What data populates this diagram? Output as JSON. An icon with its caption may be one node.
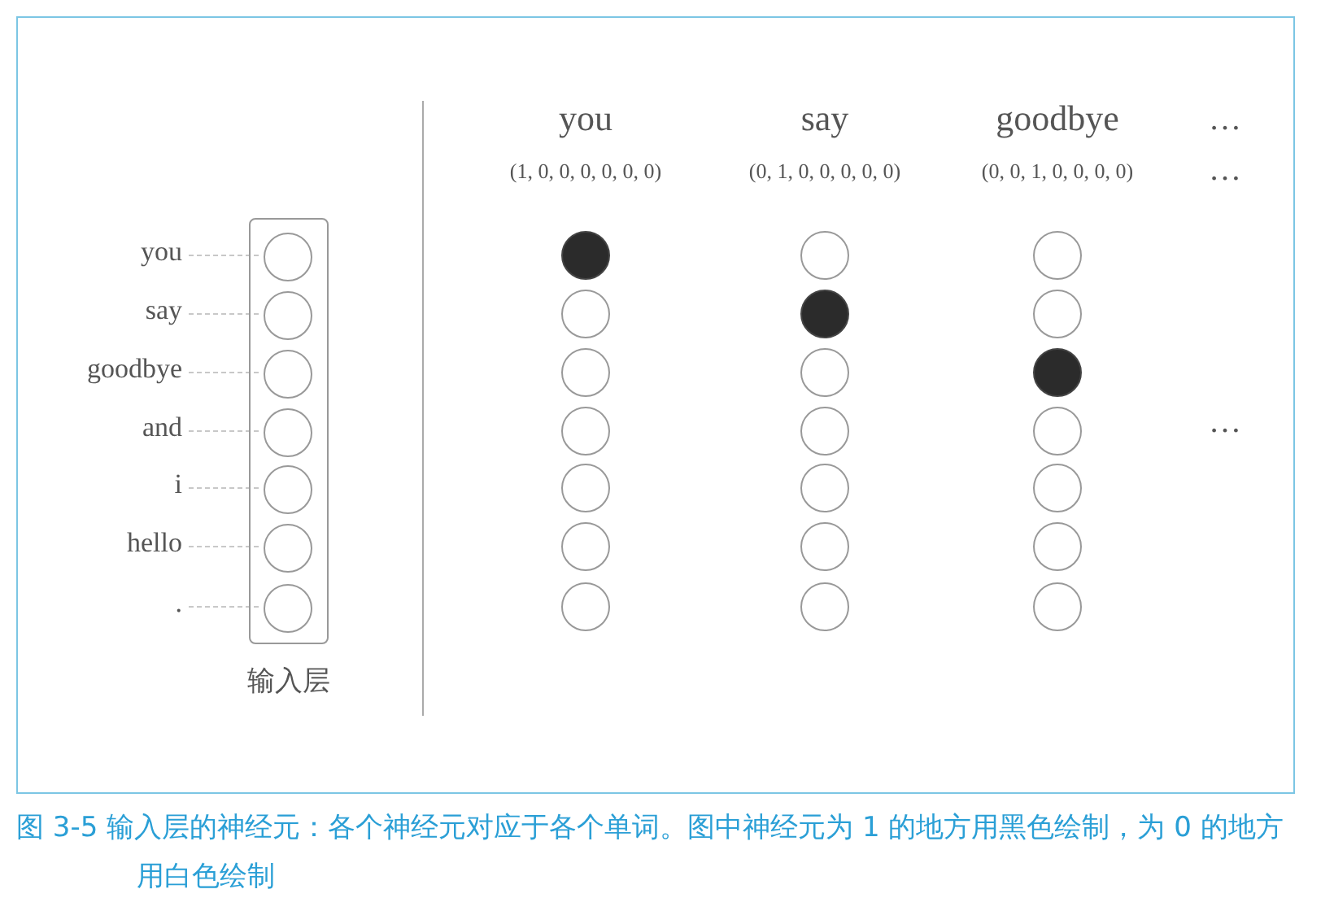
{
  "diagram": {
    "caption": "图 3-5 输入层的神经元：各个神经元对应于各个单词。图中神经元为 1 的地方用黑色绘制，为 0 的地方用白色绘制",
    "nodes": [
      {
        "text": [
          "输入层"
        ]
      },
      {
        "text": [],
        "shape": "circle",
        "in": 0
      },
      {
        "text": [],
        "shape": "circle",
        "in": 0
      },
      {
        "text": [],
        "shape": "circle",
        "in": 0
      },
      {
        "text": [],
        "shape": "circle",
        "in": 0
      },
      {
        "text": [],
        "shape": "circle",
        "in": 0
      },
      {
        "text": [],
        "shape": "circle",
        "in": 0
      },
      {
        "text": [],
        "shape": "circle",
        "in": 0
      },
      {
        "text": [
          "you"
        ]
      },
      {
        "text": [
          "say"
        ]
      },
      {
        "text": [
          "goodbye"
        ]
      },
      {
        "text": [
          "and"
        ]
      },
      {
        "text": [
          "i"
        ]
      },
      {
        "text": [
          "hello"
        ]
      },
      {
        "text": [
          "."
        ]
      },
      {
        "text": [],
        "shape": "circle"
      },
      {
        "text": [],
        "shape": "circle"
      },
      {
        "text": [],
        "shape": "circle"
      },
      {
        "text": [],
        "shape": "circle"
      },
      {
        "text": [],
        "shape": "circle"
      },
      {
        "text": [],
        "shape": "circle"
      },
      {
        "text": [],
        "shape": "circle"
      },
      {
        "text": [],
        "shape": "circle"
      },
      {
        "text": [],
        "shape": "circle"
      },
      {
        "text": [],
        "shape": "circle"
      },
      {
        "text": [],
        "shape": "circle"
      },
      {
        "text": [],
        "shape": "circle"
      },
      {
        "text": [],
        "shape": "circle"
      },
      {
        "text": [],
        "shape": "circle"
      },
      {
        "text": [],
        "shape": "circle"
      },
      {
        "text": [],
        "shape": "circle"
      },
      {
        "text": [],
        "shape": "circle"
      },
      {
        "text": [],
        "shape": "circle"
      },
      {
        "text": [],
        "shape": "circle"
      },
      {
        "text": [],
        "shape": "circle"
      },
      {
        "text": [],
        "shape": "circle"
      }
    ],
    "edges": [
      {
        "from": 8,
        "to": 1,
        "arrow": "none",
        "style": "dashed"
      },
      {
        "from": 9,
        "to": 2,
        "arrow": "none",
        "style": "dashed"
      },
      {
        "from": 10,
        "to": 3,
        "arrow": "none",
        "style": "dashed"
      },
      {
        "from": 11,
        "to": 4,
        "arrow": "none",
        "style": "dashed"
      },
      {
        "from": 12,
        "to": 5,
        "arrow": "none",
        "style": "dashed"
      },
      {
        "from": 13,
        "to": 6,
        "arrow": "none",
        "style": "dashed"
      },
      {
        "from": 14,
        "to": 7,
        "arrow": "none",
        "style": "dashed"
      }
    ],
    "labels": [
      "you",
      "say",
      "goodbye",
      "…",
      "(1, 0, 0, 0, 0, 0, 0)",
      "(0, 1, 0, 0, 0, 0, 0)",
      "(0, 0, 1, 0, 0, 0, 0)",
      "…",
      "…"
    ]
  }
}
